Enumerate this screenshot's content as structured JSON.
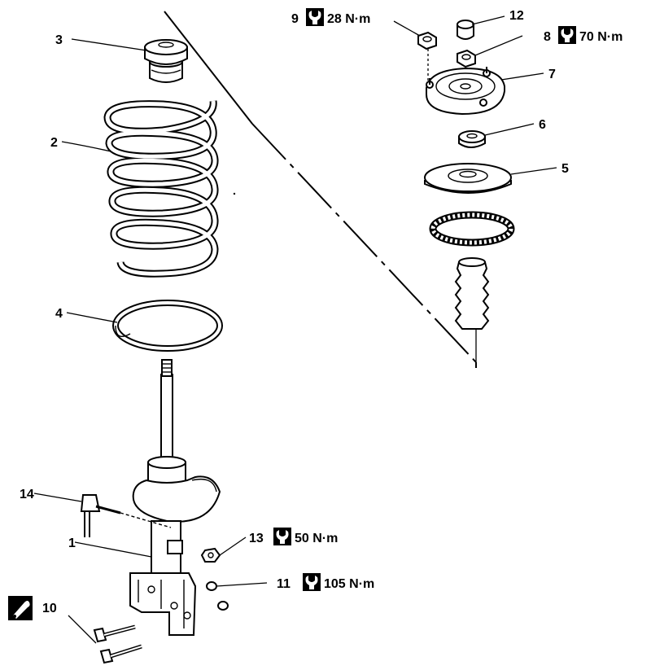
{
  "callouts": [
    {
      "id": "1",
      "label": "1"
    },
    {
      "id": "2",
      "label": "2"
    },
    {
      "id": "3",
      "label": "3"
    },
    {
      "id": "4",
      "label": "4"
    },
    {
      "id": "5",
      "label": "5"
    },
    {
      "id": "6",
      "label": "6"
    },
    {
      "id": "7",
      "label": "7"
    },
    {
      "id": "8",
      "label": "8"
    },
    {
      "id": "9",
      "label": "9"
    },
    {
      "id": "10",
      "label": "10"
    },
    {
      "id": "11",
      "label": "11"
    },
    {
      "id": "12",
      "label": "12"
    },
    {
      "id": "13",
      "label": "13"
    },
    {
      "id": "14",
      "label": "14"
    }
  ],
  "torques": {
    "part9": "28 N·m",
    "part8": "70 N·m",
    "part13": "50 N·m",
    "part11": "105 N·m"
  },
  "icons": {
    "torque": "torque-wrench-icon",
    "replace": "replace-part-icon"
  },
  "colors": {
    "ink": "#000000",
    "paper": "#ffffff"
  }
}
